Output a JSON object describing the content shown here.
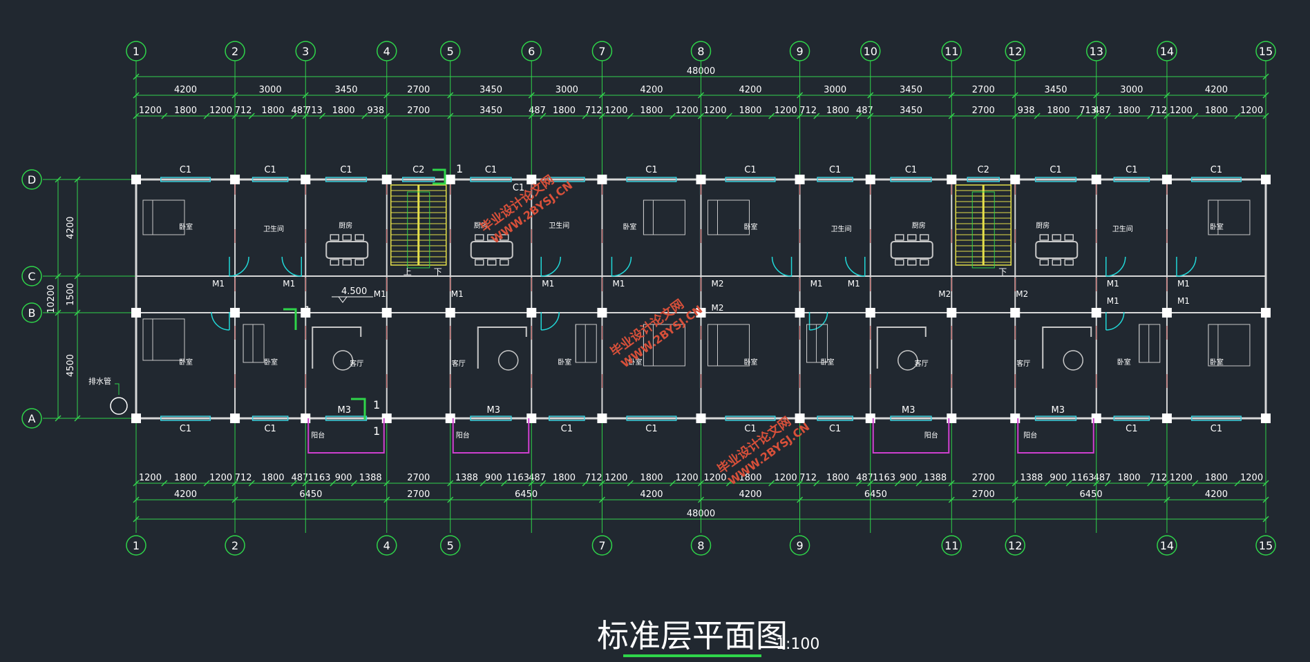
{
  "colors": {
    "background": "#212830",
    "grid_green": "#2fd54a",
    "dim_green": "#34d44e",
    "wall": "#d8d8d8",
    "column": "#ffffff",
    "window": "#3fd3e0",
    "door": "#21d8d8",
    "stair": "#e6e04a",
    "balcony": "#d040d0",
    "wall_red": "#b84a4a",
    "furniture": "#c9c9c9",
    "watermark": "#d8503a",
    "text": "#ffffff"
  },
  "title": {
    "main": "标准层平面图",
    "scale": "1:100"
  },
  "grid": {
    "top_axes": [
      "1",
      "2",
      "3",
      "4",
      "5",
      "6",
      "7",
      "8",
      "9",
      "10",
      "11",
      "12",
      "13",
      "14",
      "15"
    ],
    "bottom_axes": [
      "1",
      "2",
      "4",
      "5",
      "7",
      "8",
      "9",
      "11",
      "12",
      "14",
      "15"
    ],
    "rows": [
      "D",
      "C",
      "B",
      "A"
    ]
  },
  "dims_top": {
    "overall": "48000",
    "bays": [
      "4200",
      "3000",
      "3450",
      "2700",
      "3450",
      "3000",
      "4200",
      "4200",
      "3000",
      "3450",
      "2700",
      "3450",
      "3000",
      "4200"
    ],
    "detail": [
      "1200",
      "1800",
      "1200",
      "712",
      "1800",
      "487",
      "713",
      "1800",
      "938",
      "2700",
      "3450",
      "487",
      "1800",
      "712",
      "1200",
      "1800",
      "1200",
      "1200",
      "1800",
      "1200",
      "712",
      "1800",
      "487",
      "3450",
      "2700",
      "938",
      "1800",
      "713",
      "487",
      "1800",
      "712",
      "1200",
      "1800",
      "1200"
    ]
  },
  "dims_bottom": {
    "overall": "48000",
    "bays": [
      "4200",
      "6450",
      "2700",
      "6450",
      "4200",
      "4200",
      "6450",
      "2700",
      "6450",
      "4200"
    ],
    "detail": [
      "1200",
      "1800",
      "1200",
      "712",
      "1800",
      "487",
      "1163",
      "900",
      "1388",
      "2700",
      "1388",
      "900",
      "1163",
      "487",
      "1800",
      "712",
      "1200",
      "1800",
      "1200",
      "1200",
      "1800",
      "1200",
      "712",
      "1800",
      "487",
      "1163",
      "900",
      "1388",
      "2700",
      "1388",
      "900",
      "1163",
      "487",
      "1800",
      "712",
      "1200",
      "1800",
      "1200"
    ]
  },
  "dims_left": {
    "overall": "10200",
    "parts": [
      "4200",
      "1500",
      "4500"
    ]
  },
  "labels": {
    "windows": [
      "C1",
      "C1",
      "C1",
      "C2",
      "C1",
      "C1",
      "C1",
      "C1",
      "C1",
      "C2",
      "C1",
      "C1",
      "C1",
      "C1",
      "C1",
      "C1",
      "C1",
      "C1",
      "C1",
      "C1",
      "C1",
      "C1"
    ],
    "doors": [
      "M1",
      "M1",
      "M1",
      "M1",
      "M2",
      "M2",
      "M1",
      "M1",
      "M1",
      "M1",
      "M2",
      "M2",
      "M1",
      "M1",
      "M1",
      "M1",
      "M3",
      "M3",
      "M3",
      "M3"
    ],
    "rooms": [
      "卧室",
      "卫生间",
      "厨房",
      "厨房",
      "卫生间",
      "卧室",
      "卧室",
      "卫生间",
      "厨房",
      "厨房",
      "卫生间",
      "卧室",
      "卧室",
      "卧室",
      "客厅",
      "客厅",
      "卧室",
      "卧室",
      "卧室",
      "卧室",
      "客厅",
      "客厅",
      "卧室",
      "卧室",
      "阳台",
      "阳台",
      "阳台",
      "阳台"
    ],
    "stair_up": "上",
    "stair_down": "下",
    "elevation": "4.500",
    "drain": "排水管",
    "section_mark": "1",
    "watermark_cn": "毕业设计论文网",
    "watermark_url": "WWW.2BYSJ.CN"
  }
}
